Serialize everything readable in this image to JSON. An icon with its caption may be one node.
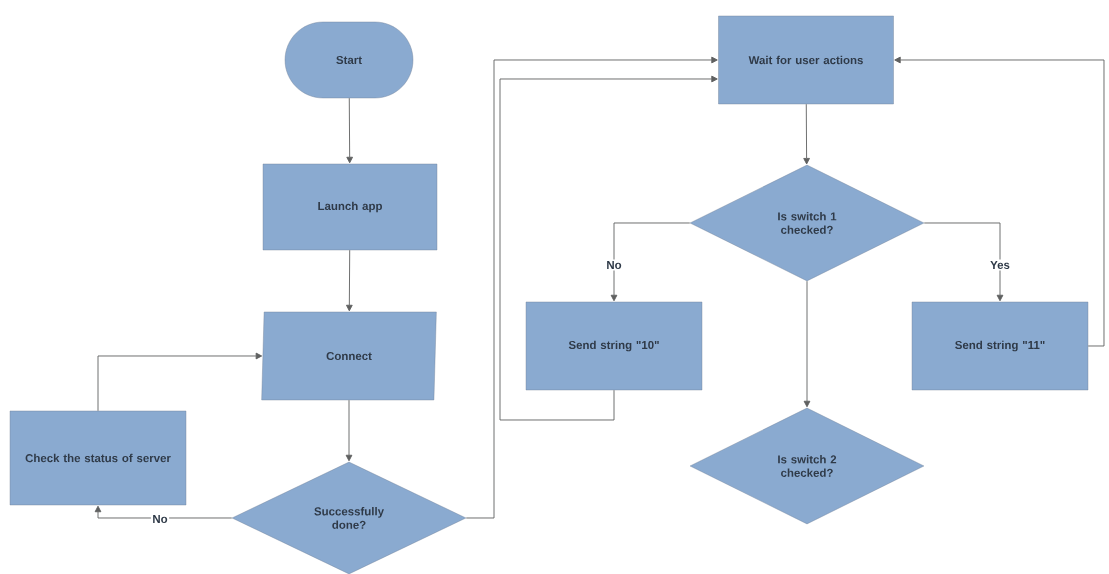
{
  "diagram": {
    "nodes": [
      {
        "text": [
          "Start"
        ]
      },
      {
        "text": [
          "Launch app"
        ]
      },
      {
        "text": [
          "Connect"
        ]
      },
      {
        "text": [
          "Check the status of server"
        ]
      },
      {
        "text": [
          "Successfully done?"
        ]
      },
      {
        "text": [
          "Wait for user actions"
        ]
      },
      {
        "text": [
          "Is switch 1 checked?"
        ]
      },
      {
        "text": [
          "Send string \"10\""
        ]
      },
      {
        "text": [
          "Send string \"11\""
        ]
      },
      {
        "text": [
          "Is switch 2 checked?"
        ]
      }
    ],
    "edges": [
      {
        "from": 0,
        "to": 1,
        "arrow": "to"
      },
      {
        "from": 1,
        "to": 2,
        "arrow": "to"
      },
      {
        "from": 2,
        "to": 4,
        "arrow": "to"
      },
      {
        "from": 4,
        "to": 3,
        "arrow": "to",
        "label": "No"
      },
      {
        "from": 3,
        "to": 2,
        "arrow": "to"
      },
      {
        "from": 4,
        "to": 5,
        "arrow": "to"
      },
      {
        "from": 5,
        "to": 6,
        "arrow": "to"
      },
      {
        "from": 6,
        "to": 7,
        "arrow": "to",
        "label": "No"
      },
      {
        "from": 6,
        "to": 8,
        "arrow": "to",
        "label": "Yes"
      },
      {
        "from": 6,
        "to": 9,
        "arrow": "to"
      },
      {
        "from": 7,
        "to": 5,
        "arrow": "to"
      },
      {
        "from": 8,
        "to": 5,
        "arrow": "to"
      }
    ]
  }
}
